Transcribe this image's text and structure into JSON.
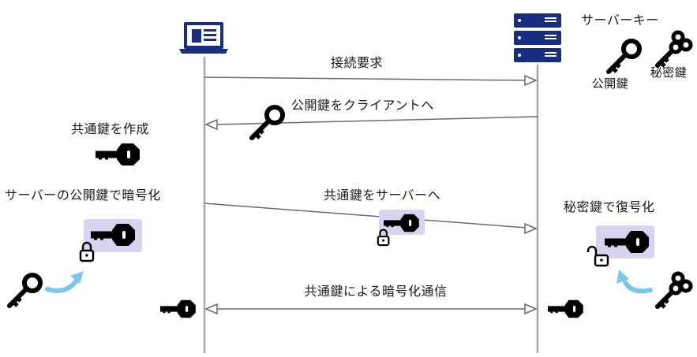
{
  "actors": {
    "client": {
      "icon": "laptop-icon"
    },
    "server": {
      "icon": "server-icon"
    }
  },
  "legend": {
    "title": "サーバーキー",
    "public_key_label": "公開鍵",
    "private_key_label": "秘密鍵"
  },
  "messages": {
    "connect_request": "接続要求",
    "public_key_to_client": "公開鍵をクライアントへ",
    "common_key_to_server": "共通鍵をサーバーへ",
    "encrypted_communication": "共通鍵による暗号化通信"
  },
  "client_steps": {
    "create_common_key": "共通鍵を作成",
    "encrypt_with_public_key": "サーバーの公開鍵で暗号化"
  },
  "server_steps": {
    "decrypt_with_private_key": "秘密鍵で復号化"
  },
  "colors": {
    "navy": "#1a2e80",
    "lifeline": "#a6a6a6",
    "arrow": "#6a6a6a",
    "highlight": "#d9d3f2",
    "curved_arrow": "#7cc6ec",
    "key": "#000000"
  }
}
